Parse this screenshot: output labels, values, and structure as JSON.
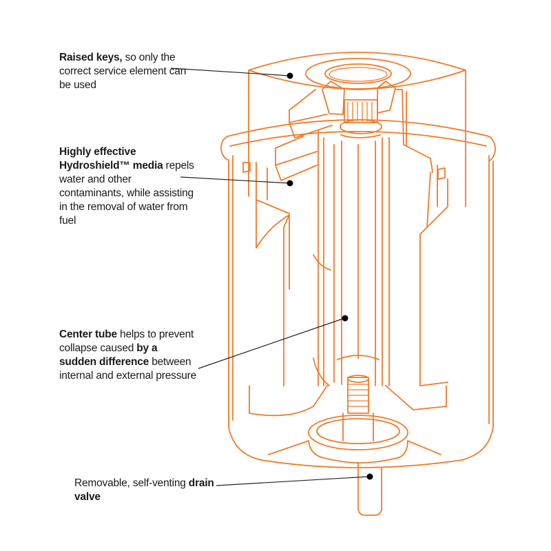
{
  "diagram": {
    "subject": "fuel filter cutaway",
    "accent_color": "#f07a2a",
    "leader_color": "#222222",
    "callouts": [
      {
        "id": "raised-keys",
        "bold": "Raised keys,",
        "text": " so only the correct service element can be used"
      },
      {
        "id": "hydroshield-media",
        "bold": "Highly effective Hydroshield™ media",
        "text": " repels water and other contaminants, while assisting in the removal of water from fuel"
      },
      {
        "id": "center-tube",
        "bold_1": "Center tube",
        "text_1": " helps to prevent collapse caused ",
        "bold_2": "by a sudden difference",
        "text_2": " between internal and external pressure"
      },
      {
        "id": "drain-valve",
        "text": "Removable, self-venting ",
        "bold": "drain valve"
      }
    ]
  }
}
